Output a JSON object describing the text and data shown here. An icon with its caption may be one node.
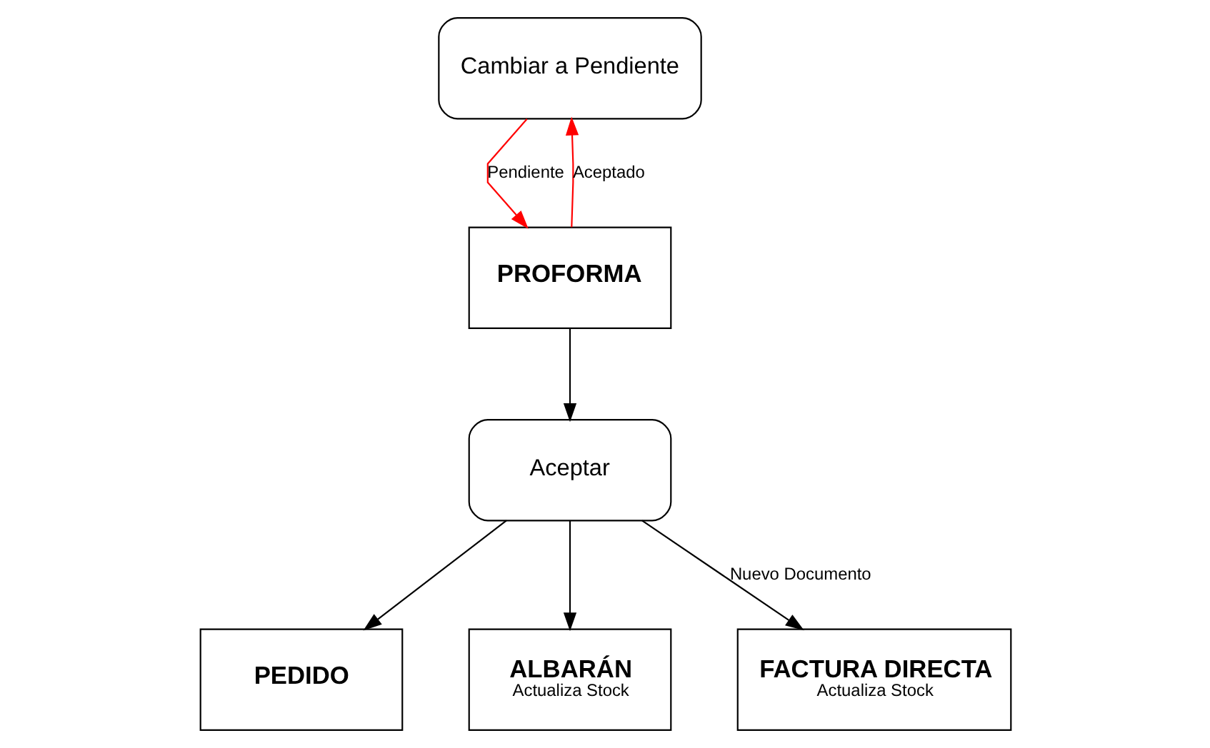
{
  "diagram": {
    "nodes": [
      {
        "text": [
          "Cambiar a Pendiente"
        ]
      },
      {
        "text": [
          "PROFORMA"
        ]
      },
      {
        "text": [
          "Aceptar"
        ]
      },
      {
        "text": [
          "PEDIDO"
        ]
      },
      {
        "text": [
          "ALBARÁN",
          "Actualiza Stock"
        ]
      },
      {
        "text": [
          "FACTURA DIRECTA",
          "Actualiza Stock"
        ]
      }
    ],
    "edges": [
      {
        "from": 0,
        "to": 1,
        "arrow": "to",
        "label": "Pendiente",
        "color": "#ff0000"
      },
      {
        "from": 1,
        "to": 0,
        "arrow": "to",
        "label": "Aceptado",
        "color": "#ff0000"
      },
      {
        "from": 1,
        "to": 2,
        "arrow": "to"
      },
      {
        "from": 2,
        "to": 3,
        "arrow": "to"
      },
      {
        "from": 2,
        "to": 4,
        "arrow": "to"
      },
      {
        "from": 2,
        "to": 5,
        "arrow": "to",
        "label": "Nuevo Documento"
      }
    ]
  }
}
